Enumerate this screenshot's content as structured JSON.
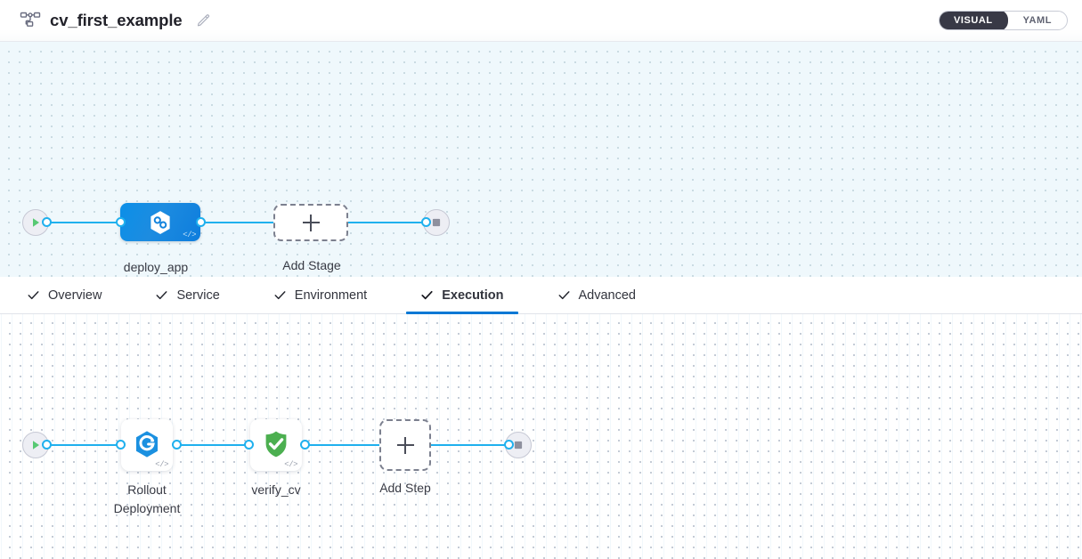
{
  "header": {
    "pipeline_icon": "pipeline-nodes-icon",
    "title": "cv_first_example",
    "edit_icon": "pencil-edit-icon",
    "view_toggle": {
      "options": [
        "VISUAL",
        "YAML"
      ],
      "selected": "VISUAL",
      "active_label": "VISUAL",
      "inactive_label": "YAML",
      "active_bg": "#383946"
    }
  },
  "stage_canvas": {
    "background": "#eff8fc",
    "start_node": {
      "icon": "play-triangle-icon",
      "color": "#57c973"
    },
    "end_node": {
      "icon": "stop-square-icon",
      "color": "#8e909e"
    },
    "nodes": [
      {
        "id": "deploy_app",
        "label": "deploy_app",
        "type": "stage",
        "icon": "kubernetes-hexagon-icon",
        "color": "#0e86e2",
        "badge": "</>"
      },
      {
        "id": "add_stage",
        "label": "Add Stage",
        "type": "add-placeholder",
        "icon": "plus-icon"
      }
    ]
  },
  "tabs": {
    "items": [
      {
        "label": "Overview",
        "icon": "check-icon",
        "active": false
      },
      {
        "label": "Service",
        "icon": "check-icon",
        "active": false
      },
      {
        "label": "Environment",
        "icon": "check-icon",
        "active": false
      },
      {
        "label": "Execution",
        "icon": "check-icon",
        "active": true
      },
      {
        "label": "Advanced",
        "icon": "check-icon",
        "active": false
      }
    ],
    "active_label": "Execution",
    "active_color": "#0278d5"
  },
  "step_canvas": {
    "background": "#ffffff",
    "start_node": {
      "icon": "play-triangle-icon",
      "color": "#57c973"
    },
    "end_node": {
      "icon": "stop-square-icon",
      "color": "#8e909e"
    },
    "nodes": [
      {
        "id": "rollout_deployment",
        "label": "Rollout\nDeployment",
        "type": "step",
        "icon": "rollout-deployment-hexagon-icon",
        "color": "#1b90e0",
        "badge": "</>"
      },
      {
        "id": "verify_cv",
        "label": "verify_cv",
        "type": "step",
        "icon": "green-shield-check-icon",
        "color": "#4caf50",
        "badge": "</>"
      },
      {
        "id": "add_step",
        "label": "Add Step",
        "type": "add-placeholder",
        "icon": "plus-icon"
      }
    ]
  }
}
